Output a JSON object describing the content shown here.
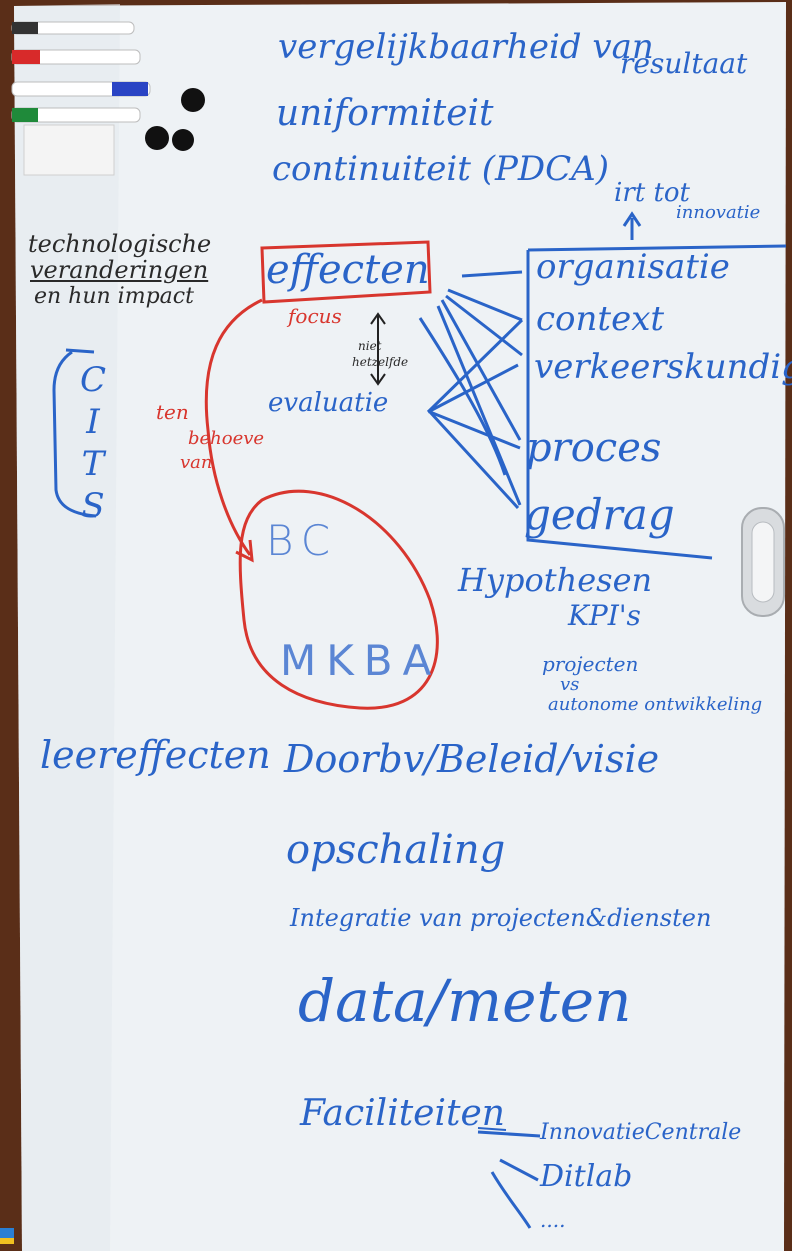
{
  "colors": {
    "board": "#eef2f5",
    "frame": "#5a2e18",
    "blue_marker": "#2a64c8",
    "red_marker": "#d8362e",
    "black_marker": "#2a2a2a"
  },
  "top": {
    "line1a": "vergelijkbaarheid van",
    "line1b": "resultaat",
    "line2": "uniformiteit",
    "line3": "continuiteit (PDCA)",
    "irt_a": "irt tot",
    "irt_b": "innovatie"
  },
  "left": {
    "tech1": "technologische",
    "tech2": "veranderingen",
    "tech3": "en hun impact",
    "cits": "CITS",
    "ten1": "ten",
    "ten2": "behoeve",
    "ten3": "van"
  },
  "center": {
    "effecten": "effecten",
    "focus": "focus",
    "niet1": "niet",
    "niet2": "hetzelfde",
    "evaluatie": "evaluatie",
    "bc": "BC",
    "mkba": "MKBA"
  },
  "right": {
    "items": [
      "organisatie",
      "context",
      "verkeerskundig",
      "proces",
      "gedrag"
    ],
    "hyp1": "Hypothesen",
    "hyp2": "KPI's",
    "proj1": "projecten",
    "proj2": "vs",
    "proj3": "autonome ontwikkeling"
  },
  "bottom": {
    "leer": "leereffecten",
    "door": "Doorbv/Beleid/visie",
    "op": "opschaling",
    "integr": "Integratie van projecten&diensten",
    "data": "data/meten",
    "fac": "Faciliteiten",
    "fac1": "InnovatieCentrale",
    "fac2": "Ditlab",
    "fac3": "...."
  }
}
